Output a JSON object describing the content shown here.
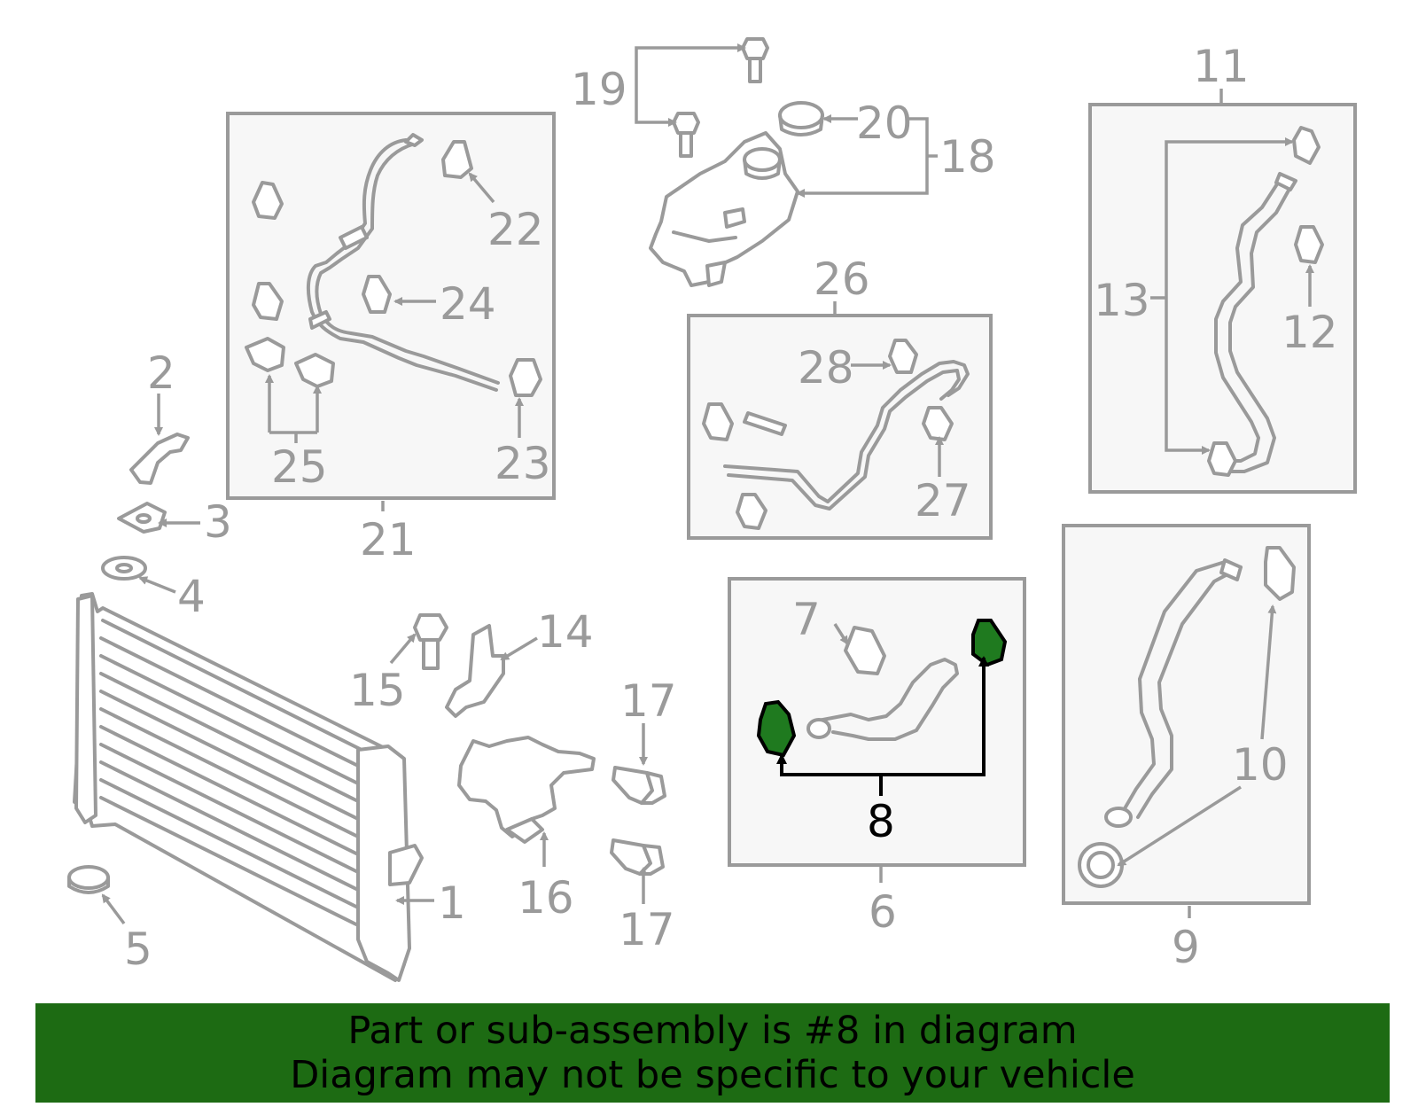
{
  "labels": {
    "p1": "1",
    "p2": "2",
    "p3": "3",
    "p4": "4",
    "p5": "5",
    "p6": "6",
    "p7": "7",
    "p8": "8",
    "p9": "9",
    "p10": "10",
    "p11": "11",
    "p12": "12",
    "p13": "13",
    "p14": "14",
    "p15": "15",
    "p16": "16",
    "p17a": "17",
    "p17b": "17",
    "p18": "18",
    "p19": "19",
    "p20": "20",
    "p21": "21",
    "p22": "22",
    "p23": "23",
    "p24": "24",
    "p25": "25",
    "p26": "26",
    "p27": "27",
    "p28": "28"
  },
  "highlight": {
    "part": "8",
    "color": "#1f7a1f"
  },
  "banner": {
    "line1": "Part or sub-assembly is #8 in diagram",
    "line2": "Diagram may not be specific to your vehicle",
    "color": "#1d6b13"
  }
}
